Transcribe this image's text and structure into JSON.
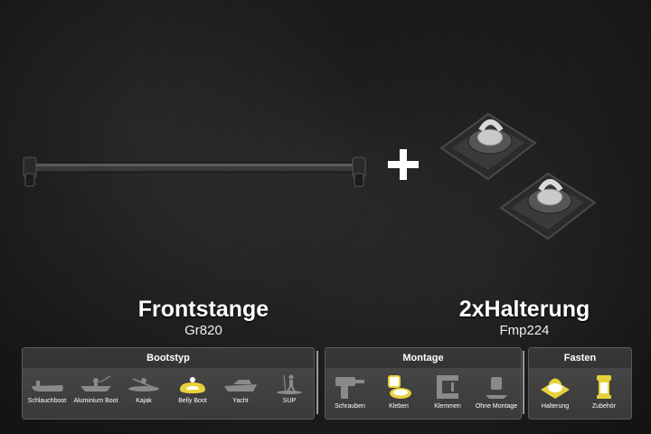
{
  "products": {
    "left": {
      "title": "Frontstange",
      "subtitle": "Gr820"
    },
    "plus": "+",
    "right": {
      "title": "2xHalterung",
      "subtitle": "Fmp224"
    }
  },
  "panels": {
    "bootstyp": {
      "title": "Bootstyp",
      "items": [
        {
          "label": "Schlauchboot",
          "icon": "inflatable-boat-icon",
          "highlighted": false
        },
        {
          "label": "Aluminium Boot",
          "icon": "aluminium-boat-icon",
          "highlighted": false
        },
        {
          "label": "Kajak",
          "icon": "kayak-icon",
          "highlighted": false
        },
        {
          "label": "Belly Boot",
          "icon": "belly-boat-icon",
          "highlighted": true
        },
        {
          "label": "Yacht",
          "icon": "yacht-icon",
          "highlighted": false
        },
        {
          "label": "SUP",
          "icon": "sup-icon",
          "highlighted": false
        }
      ]
    },
    "montage": {
      "title": "Montage",
      "items": [
        {
          "label": "Schrauben",
          "icon": "drill-icon",
          "highlighted": false
        },
        {
          "label": "Kleben",
          "icon": "glue-icon",
          "highlighted": true
        },
        {
          "label": "Klemmen",
          "icon": "clamp-icon",
          "highlighted": false
        },
        {
          "label": "Ohne Montage",
          "icon": "no-mount-icon",
          "highlighted": false
        }
      ]
    },
    "fasten": {
      "title": "Fasten",
      "items": [
        {
          "label": "Halterung",
          "icon": "mount-icon",
          "highlighted": true
        },
        {
          "label": "Zubehör",
          "icon": "accessory-icon",
          "highlighted": true
        }
      ]
    }
  },
  "colors": {
    "highlight": "#e8d23a",
    "icon_muted": "#8a8a8a",
    "panel": "#444444"
  }
}
